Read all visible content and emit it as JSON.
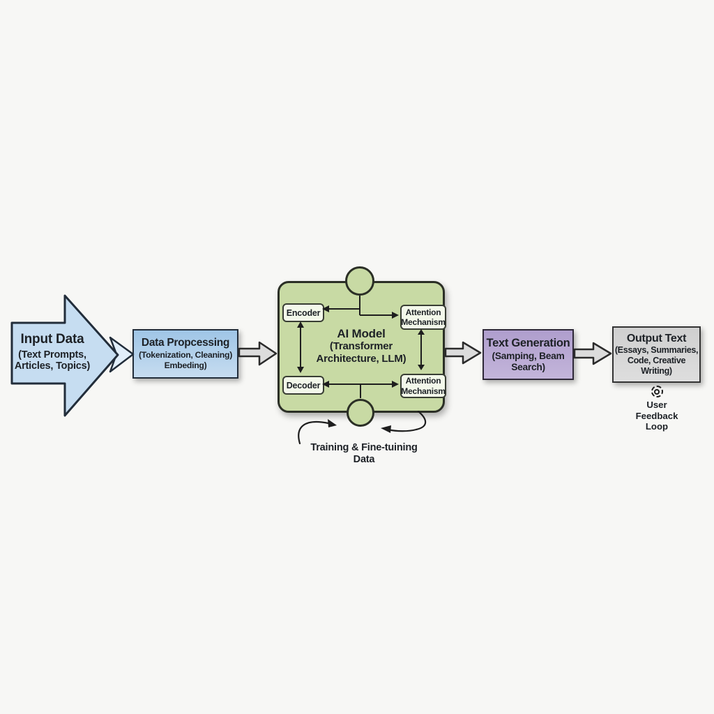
{
  "background": "#f7f7f5",
  "colors": {
    "background": "#f7f7f5",
    "text_color": "#1d2126",
    "input_arrow_fill": "#c6ddf1",
    "input_arrow_border": "#222d3a",
    "processing_border": "#222d3a",
    "model_fill": "#c8daa4",
    "model_border": "#2b2f26",
    "model_inner_fill": "#f3f8ea",
    "generation_border": "#2e2838",
    "output_border": "#333333",
    "flow_arrow_fill": "#dcdcdc",
    "flow_arrow_border": "#2b2b2b",
    "connector_color": "#1e1e1e"
  },
  "nodes": {
    "input": {
      "title": "Input Data",
      "subtitle": "(Text Prompts,\nArticles, Topics)"
    },
    "processing": {
      "title": "Data Propcessing",
      "subtitle": "(Tokenization, Cleaning)\nEmbeding)"
    },
    "model": {
      "title": "AI Model",
      "subtitle": "(Transformer\nArchitecture, LLM)",
      "encoder": "Encoder",
      "decoder": "Decoder",
      "attention_top": "Attention\nMechanism",
      "attention_bottom": "Attention\nMechanism"
    },
    "generation": {
      "title": "Text Generation",
      "subtitle": "(Samping, Beam\nSearch)"
    },
    "output": {
      "title": "Output Text",
      "subtitle": "(Essays, Summaries,\nCode, Creative\nWriting)"
    }
  },
  "annotations": {
    "training": "Training & Fine-tuining\nData",
    "feedback": "User\nFeedback\nLoop"
  }
}
